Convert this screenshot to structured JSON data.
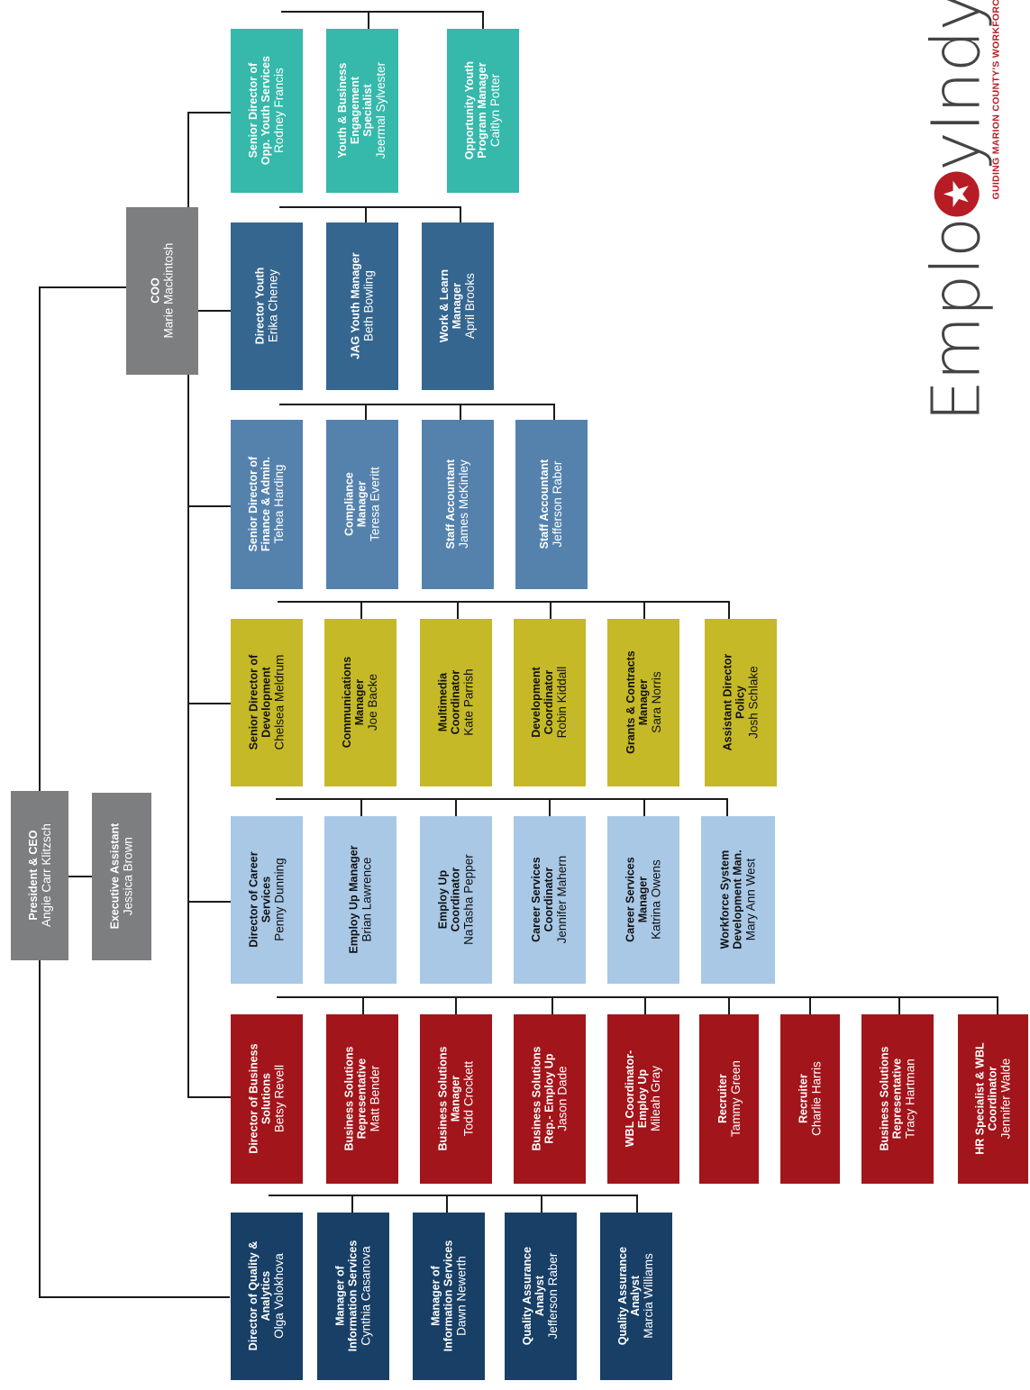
{
  "colors": {
    "gray": "#7d7e80",
    "teal": "#36b8aa",
    "steel": "#35668f",
    "slate": "#5582ad",
    "olive": "#c5b927",
    "light_blue": "#a8c8e6",
    "red": "#a2151a",
    "navy": "#183f66",
    "logo_red": "#b71c24"
  },
  "logo": {
    "word_pre": "Emplo",
    "word_star": "★",
    "word_post": "yIndy",
    "tagline": "GUIDING MARION COUNTY'S WORKFORCE"
  },
  "president": {
    "title": "President & CEO",
    "name": "Angie Carr Klitzsch"
  },
  "assistant": {
    "title": "Executive Assistant",
    "name": "Jessica Brown"
  },
  "coo": {
    "title": "COO",
    "name": "Marie Mackintosh"
  },
  "groups": {
    "youth_services": [
      {
        "title": "Senior Director of",
        "title2": "Opp. Youth Services",
        "name": "Rodney Francis"
      },
      {
        "title": "Youth & Business",
        "title2": "Engagement",
        "title3": "Specialist",
        "name": "Jeermal Sylvester"
      },
      {
        "title": "Opportunity Youth",
        "title2": "Program Manager",
        "name": "Caitlyn Potter"
      }
    ],
    "youth": [
      {
        "title": "Director Youth",
        "name": "Erika Cheney"
      },
      {
        "title": "JAG Youth Manager",
        "name": "Beth Bowling"
      },
      {
        "title": "Work & Learn",
        "title2": "Manager",
        "name": "April Brooks"
      }
    ],
    "finance": [
      {
        "title": "Senior Director of",
        "title2": "Finance & Admin.",
        "name": "Tehea Harding"
      },
      {
        "title": "Compliance",
        "title2": "Manager",
        "name": "Teresa Everitt"
      },
      {
        "title": "Staff Accountant",
        "name": "James McKinley"
      },
      {
        "title": "Staff Accountant",
        "name": "Jefferson Raber"
      }
    ],
    "development": [
      {
        "title": "Senior Director of",
        "title2": "Development",
        "name": "Chelsea Meldrum"
      },
      {
        "title": "Communications",
        "title2": "Manager",
        "name": "Joe Backe"
      },
      {
        "title": "Multimedia",
        "title2": "Coordinator",
        "name": "Kate Parrish"
      },
      {
        "title": "Development",
        "title2": "Coordinator",
        "name": "Robin Kiddall"
      },
      {
        "title": "Grants & Contracts",
        "title2": "Manager",
        "name": "Sara Norris"
      },
      {
        "title": "Assistant Director",
        "title2": "Policy",
        "name": "Josh Schlake"
      }
    ],
    "career": [
      {
        "title": "Director of Career",
        "title2": "Services",
        "name": "Penny Dunning"
      },
      {
        "title": "Employ Up Manager",
        "name": "Brian Lawrence"
      },
      {
        "title": "Employ Up",
        "title2": "Coordinator",
        "name": "NaTasha Pepper"
      },
      {
        "title": "Career Services",
        "title2": "Coordinator",
        "name": "Jennifer Mahern"
      },
      {
        "title": "Career Services",
        "title2": "Manager",
        "name": "Katrina Owens"
      },
      {
        "title": "Workforce System",
        "title2": "Development Man.",
        "name": "Mary Ann West"
      }
    ],
    "business": [
      {
        "title": "Director of Business",
        "title2": "Solutions",
        "name": "Betsy Revell"
      },
      {
        "title": "Business Solutions",
        "title2": "Representative",
        "name": "Matt Bender"
      },
      {
        "title": "Business Solutions",
        "title2": "Manager",
        "name": "Todd Crockett"
      },
      {
        "title": "Business Solutions",
        "title2": "Rep.- Employ Up",
        "name": "Jason Dade"
      },
      {
        "title": "WBL Coordinator-",
        "title2": "Employ Up",
        "name": "Mileah Gray"
      },
      {
        "title": "Recruiter",
        "name": "Tammy Green"
      },
      {
        "title": "Recruiter",
        "name": "Charlie Harris"
      },
      {
        "title": "Business Solutions",
        "title2": "Representative",
        "name": "Tracy Hartman"
      },
      {
        "title": "HR Specialist & WBL",
        "title2": "Coordinator",
        "name": "Jennifer Walde"
      }
    ],
    "quality": [
      {
        "title": "Director of Quality &",
        "title2": "Analytics",
        "name": "Olga Volokhova"
      },
      {
        "title": "Manager of",
        "title2": "Information Services",
        "name": "Cynthia Casanova"
      },
      {
        "title": "Manager of",
        "title2": "Information Services",
        "name": "Dawn Newerth"
      },
      {
        "title": "Quality Assurance",
        "title2": "Analyst",
        "name": "Jefferson Raber"
      },
      {
        "title": "Quality Assurance",
        "title2": "Analyst",
        "name": "Marcia Williams"
      }
    ]
  }
}
